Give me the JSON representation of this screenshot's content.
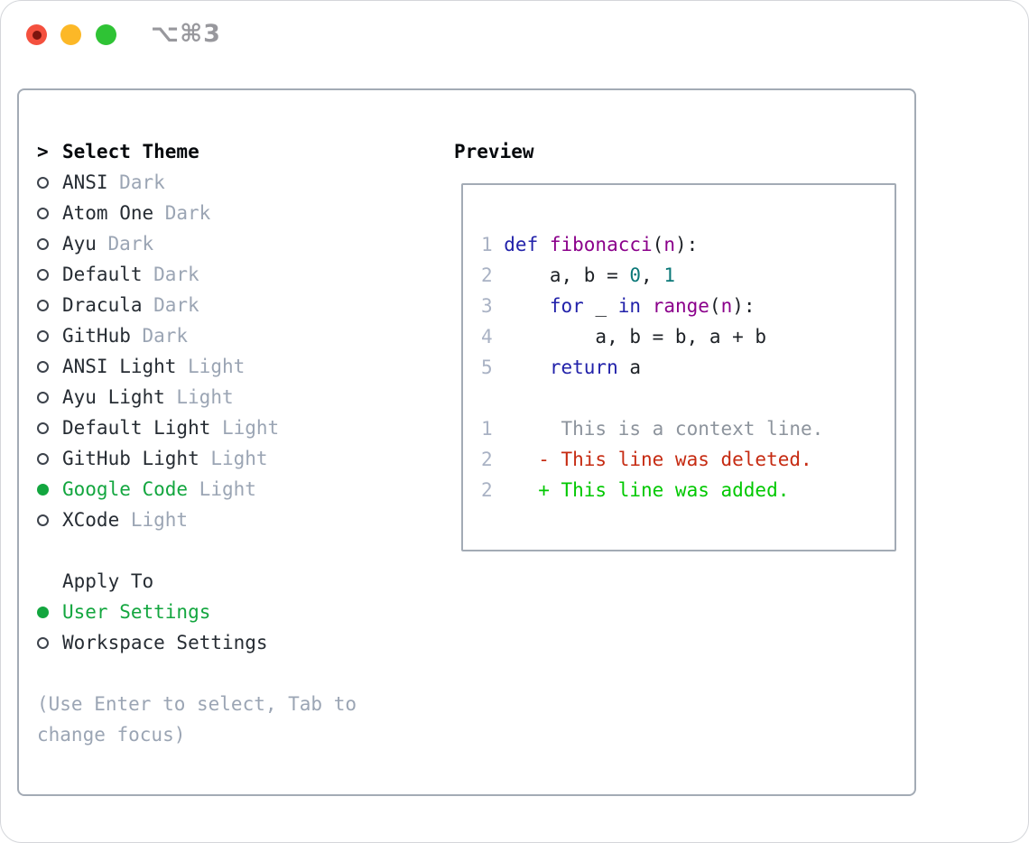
{
  "titlebar": {
    "shortcut": "⌥⌘3"
  },
  "colors": {
    "selection_green": "#13a63f",
    "diff_add_green": "#00c800",
    "diff_del_red": "#c62b12",
    "context_gray": "#8d949d",
    "keyword_blue": "#2222aa",
    "function_purple": "#8b008b",
    "number_teal": "#0b7878",
    "muted_gray": "#9ba5b4",
    "line_number_gray": "#a9b2c4",
    "border_gray": "#a3abb5",
    "text_dark": "#262c33",
    "traffic_red": "#f4503e",
    "traffic_yellow": "#fcb827",
    "traffic_green": "#2fc335"
  },
  "theme_list": {
    "prompt": ">",
    "header": "Select Theme",
    "items": [
      {
        "name": "ANSI",
        "variant": "Dark",
        "selected": false
      },
      {
        "name": "Atom One",
        "variant": "Dark",
        "selected": false
      },
      {
        "name": "Ayu",
        "variant": "Dark",
        "selected": false
      },
      {
        "name": "Default",
        "variant": "Dark",
        "selected": false
      },
      {
        "name": "Dracula",
        "variant": "Dark",
        "selected": false
      },
      {
        "name": "GitHub",
        "variant": "Dark",
        "selected": false
      },
      {
        "name": "ANSI Light",
        "variant": "Light",
        "selected": false
      },
      {
        "name": "Ayu Light",
        "variant": "Light",
        "selected": false
      },
      {
        "name": "Default Light",
        "variant": "Light",
        "selected": false
      },
      {
        "name": "GitHub Light",
        "variant": "Light",
        "selected": false
      },
      {
        "name": "Google Code",
        "variant": "Light",
        "selected": true
      },
      {
        "name": "XCode",
        "variant": "Light",
        "selected": false
      }
    ]
  },
  "apply_to": {
    "header": "Apply To",
    "items": [
      {
        "name": "User Settings",
        "selected": true
      },
      {
        "name": "Workspace Settings",
        "selected": false
      }
    ]
  },
  "help_lines": [
    "(Use Enter to select, Tab to",
    "change focus)"
  ],
  "preview": {
    "title": "Preview",
    "code_lines": [
      {
        "num": "1",
        "tokens": [
          {
            "t": "def ",
            "c": "kw"
          },
          {
            "t": "fibonacci",
            "c": "fn"
          },
          {
            "t": "(",
            "c": "pl"
          },
          {
            "t": "n",
            "c": "fn"
          },
          {
            "t": "):",
            "c": "pl"
          }
        ]
      },
      {
        "num": "2",
        "tokens": [
          {
            "t": "    a, b = ",
            "c": "pl"
          },
          {
            "t": "0",
            "c": "num"
          },
          {
            "t": ", ",
            "c": "pl"
          },
          {
            "t": "1",
            "c": "num"
          }
        ]
      },
      {
        "num": "3",
        "tokens": [
          {
            "t": "    ",
            "c": "pl"
          },
          {
            "t": "for",
            "c": "kw"
          },
          {
            "t": " _ ",
            "c": "pl"
          },
          {
            "t": "in",
            "c": "kw"
          },
          {
            "t": " ",
            "c": "pl"
          },
          {
            "t": "range",
            "c": "fn"
          },
          {
            "t": "(",
            "c": "pl"
          },
          {
            "t": "n",
            "c": "fn"
          },
          {
            "t": "):",
            "c": "pl"
          }
        ]
      },
      {
        "num": "4",
        "tokens": [
          {
            "t": "        a, b = b, a + b",
            "c": "pl"
          }
        ]
      },
      {
        "num": "5",
        "tokens": [
          {
            "t": "    ",
            "c": "pl"
          },
          {
            "t": "return",
            "c": "kw"
          },
          {
            "t": " a",
            "c": "pl"
          }
        ]
      }
    ],
    "diff_lines": [
      {
        "num": "1",
        "tokens": [
          {
            "t": "     This is a context line.",
            "c": "ctx"
          }
        ]
      },
      {
        "num": "2",
        "tokens": [
          {
            "t": "   - This line was deleted.",
            "c": "del"
          }
        ]
      },
      {
        "num": "2",
        "tokens": [
          {
            "t": "   + This line was added.",
            "c": "add"
          }
        ]
      }
    ]
  }
}
